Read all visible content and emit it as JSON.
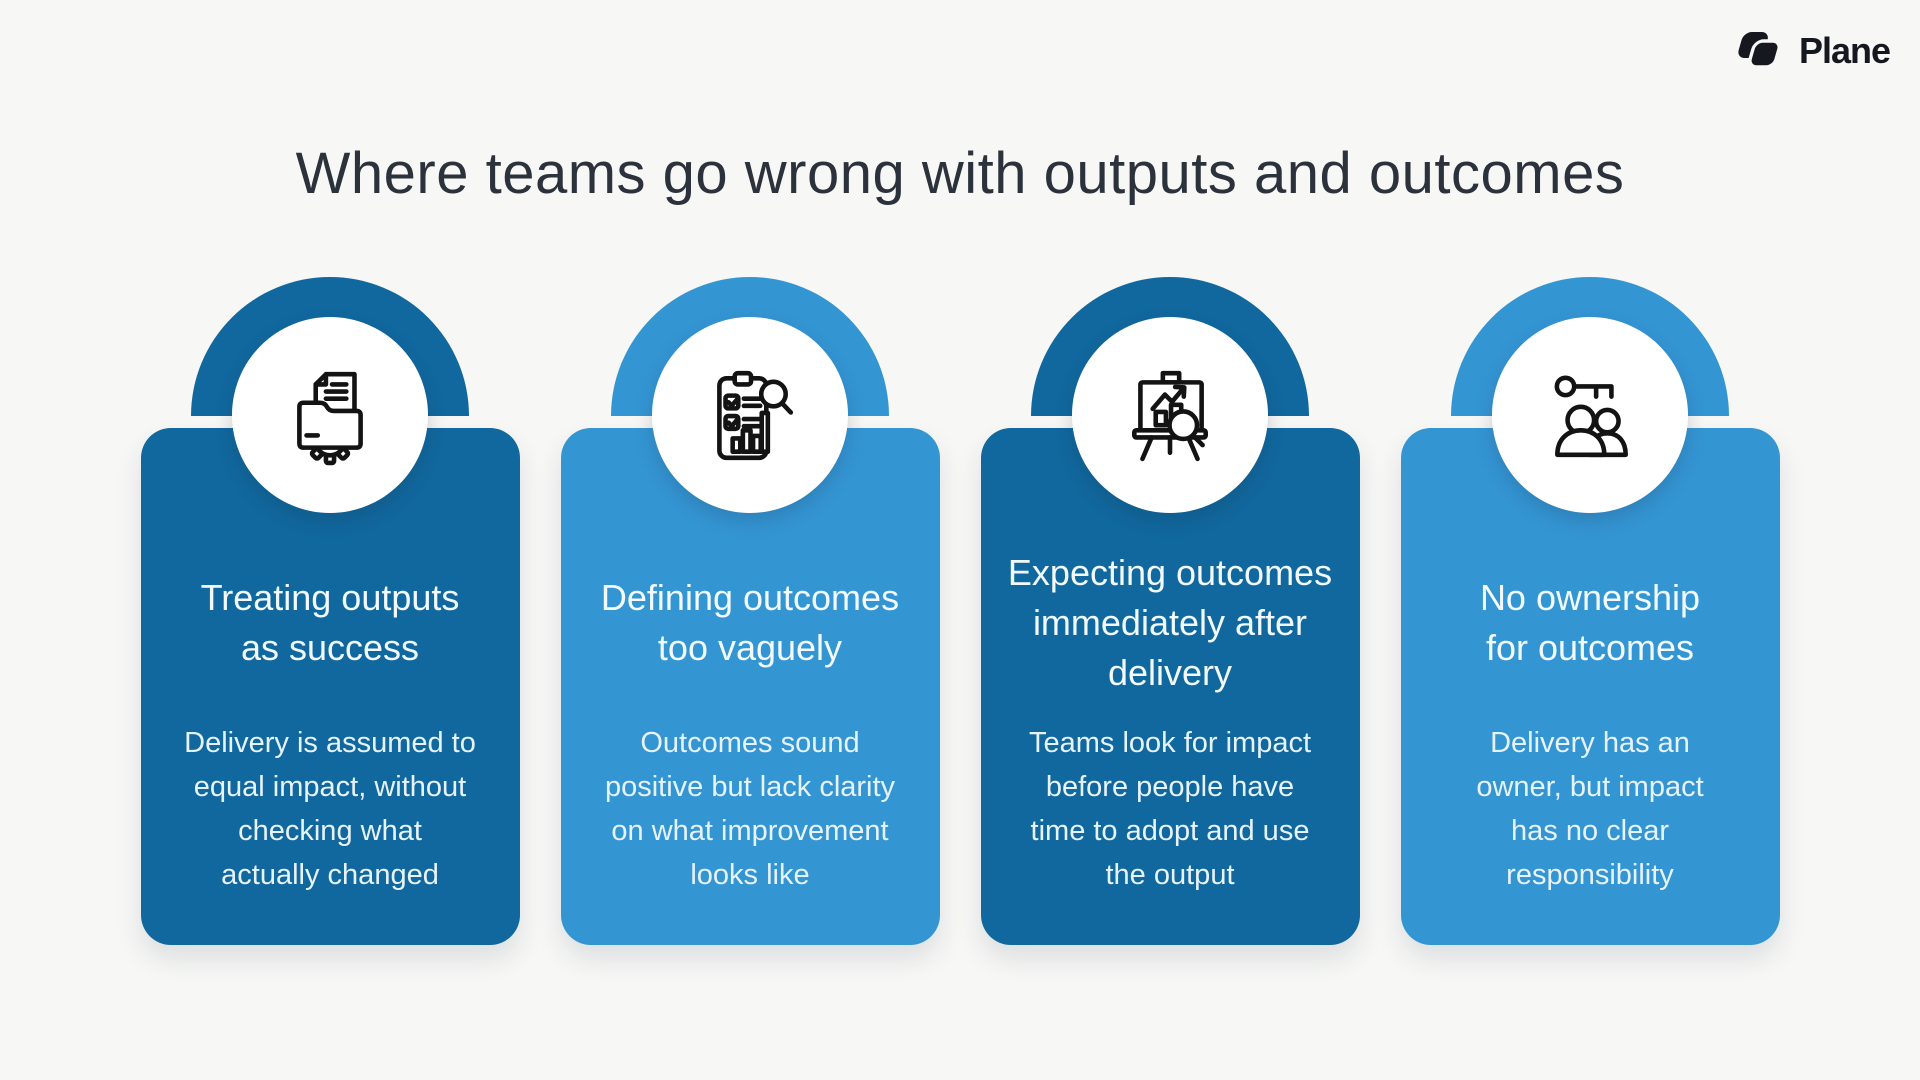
{
  "colors": {
    "page_bg": "#f7f7f5",
    "dark_blue": "#11689e",
    "light_blue": "#3495d3",
    "title_text": "#2b323b",
    "heading_text": "#f2fafd",
    "body_text": "#e7f3fb",
    "logo_text": "#15181e"
  },
  "logo": {
    "text": "Plane",
    "mark": "plane-logo-icon"
  },
  "title": "Where teams go wrong with outputs and outcomes",
  "cards": [
    {
      "tone": "dark",
      "icon": "folder-document-gear-icon",
      "heading": "Treating outputs\nas success",
      "body": "Delivery is assumed to\nequal impact, without\nchecking what\nactually changed"
    },
    {
      "tone": "light",
      "icon": "checklist-magnifier-icon",
      "heading": "Defining outcomes\ntoo vaguely",
      "body": "Outcomes sound\npositive but lack clarity\non what improvement\nlooks like"
    },
    {
      "tone": "dark",
      "icon": "presentation-chart-magnifier-icon",
      "heading": "Expecting outcomes\nimmediately after\ndelivery",
      "body": "Teams look for impact\nbefore people have\ntime to adopt and use\nthe output"
    },
    {
      "tone": "light",
      "icon": "key-people-icon",
      "heading": "No ownership\nfor outcomes",
      "body": "Delivery has an\nowner, but impact\nhas no clear\nresponsibility"
    }
  ]
}
